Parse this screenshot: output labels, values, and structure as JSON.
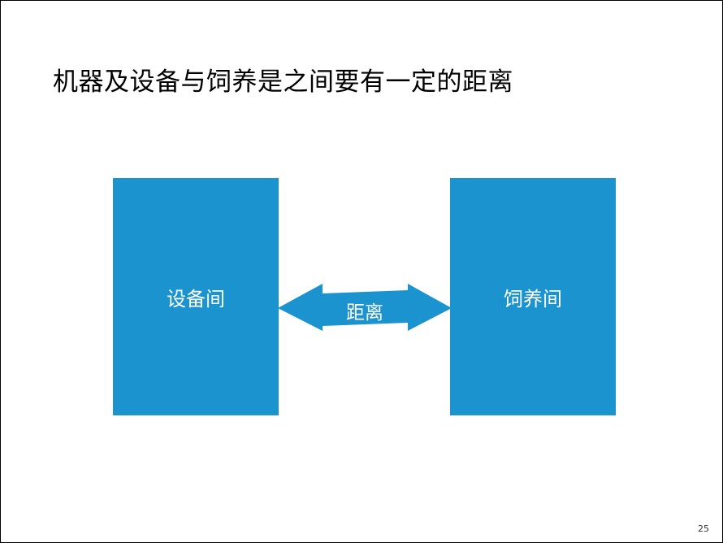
{
  "slide": {
    "title": "机器及设备与饲养是之间要有一定的距离",
    "page_number": "25"
  },
  "diagram": {
    "left_box": {
      "label": "设备间"
    },
    "right_box": {
      "label": "饲养间"
    },
    "connector": {
      "label": "距离",
      "arrow": "double-headed"
    }
  },
  "colors": {
    "shape_fill": "#1b93cf",
    "text_on_shape": "#ffffff",
    "title_text": "#000000"
  }
}
